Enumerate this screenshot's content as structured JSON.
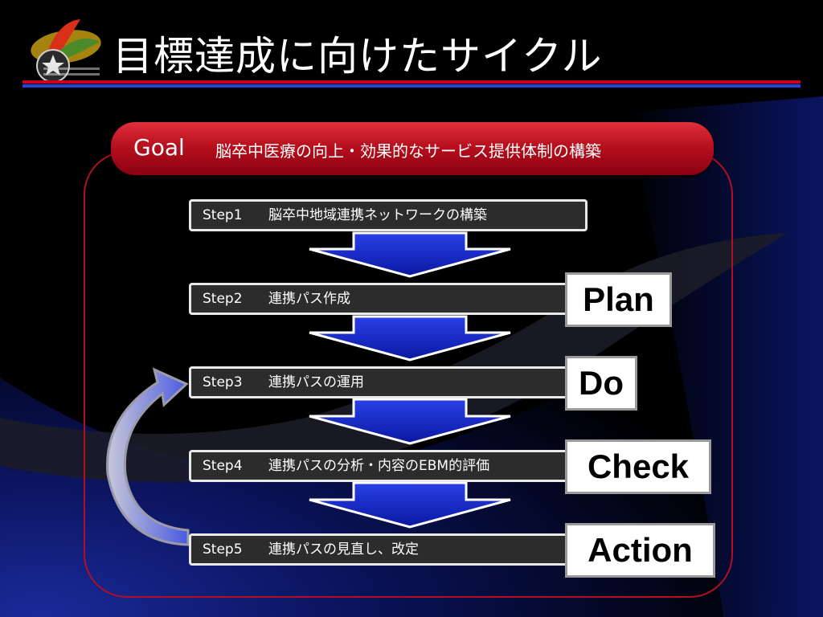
{
  "slide": {
    "title": "目標達成に向けたサイクル",
    "goal": {
      "label": "Goal",
      "text": "脳卒中医療の向上・効果的なサービス提供体制の構築"
    },
    "steps": [
      {
        "num": "Step1",
        "text": "脳卒中地域連携ネットワークの構築"
      },
      {
        "num": "Step2",
        "text": "連携パス作成"
      },
      {
        "num": "Step3",
        "text": "連携パスの運用"
      },
      {
        "num": "Step4",
        "text": "連携パスの分析・内容のEBM的評価"
      },
      {
        "num": "Step5",
        "text": "連携パスの見直し、改定"
      }
    ],
    "pdca": [
      "Plan",
      "Do",
      "Check",
      "Action"
    ]
  },
  "colors": {
    "accent_red": "#c8001e",
    "accent_blue": "#2a3fd8",
    "arrow_blue": "#1428c8"
  }
}
